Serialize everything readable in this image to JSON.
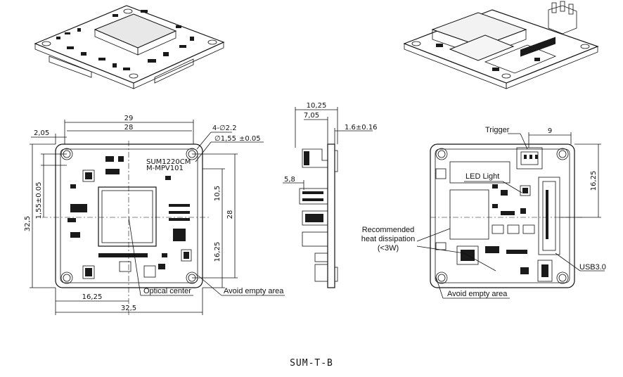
{
  "dims": {
    "w29": "29",
    "w28": "28",
    "off205": "2,05",
    "holes": "4-∅2.2",
    "thick155": "∅1,55",
    "thick155_tol": "±0.05",
    "v155": "1,55±0.05",
    "h325": "32,5",
    "v105": "10,5",
    "v28": "28",
    "v1625": "16,25",
    "b1625": "16,25",
    "b325": "32,5",
    "side1025": "10,25",
    "side705": "7,05",
    "side16": "1.6±0.16",
    "side58": "5,8",
    "back9": "9",
    "back1625": "16,25"
  },
  "labels": {
    "optical_center": "Optical center",
    "avoid_empty_front": "Avoid empty area",
    "trigger": "Trigger",
    "led_light": "LED Light",
    "heat_line1": "Recommended",
    "heat_line2": "heat dissipation",
    "heat_line3": "(<3W)",
    "usb": "USB3.0",
    "avoid_empty_back": "Avoid empty area",
    "silk1": "SUM1220CM",
    "silk2": "M-MPV101"
  },
  "caption": "SUM-T-B"
}
